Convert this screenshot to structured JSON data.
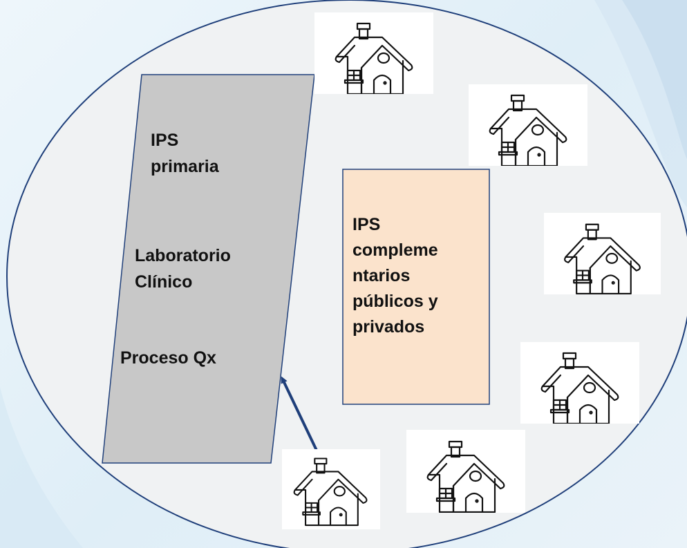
{
  "diagram": {
    "primary_block": {
      "title_line1": "IPS",
      "title_line2": "primaria",
      "lab_line1": "Laboratorio",
      "lab_line2": "Clínico",
      "process": "Proceso Qx"
    },
    "complementary_block": {
      "line1": "IPS",
      "line2": "compleme",
      "line3": "ntarios",
      "line4": "públicos y",
      "line5": "privados"
    },
    "colors": {
      "ellipse_fill": "#f0f2f3",
      "ellipse_stroke": "#1f3f7a",
      "primary_fill": "#c8c8c8",
      "primary_stroke": "#1f3f7a",
      "complementary_fill": "#fbe3cc",
      "arrow": "#1f3f7a"
    },
    "icons": [
      "house-icon",
      "house-icon",
      "house-icon",
      "house-icon",
      "house-icon",
      "house-icon"
    ]
  }
}
